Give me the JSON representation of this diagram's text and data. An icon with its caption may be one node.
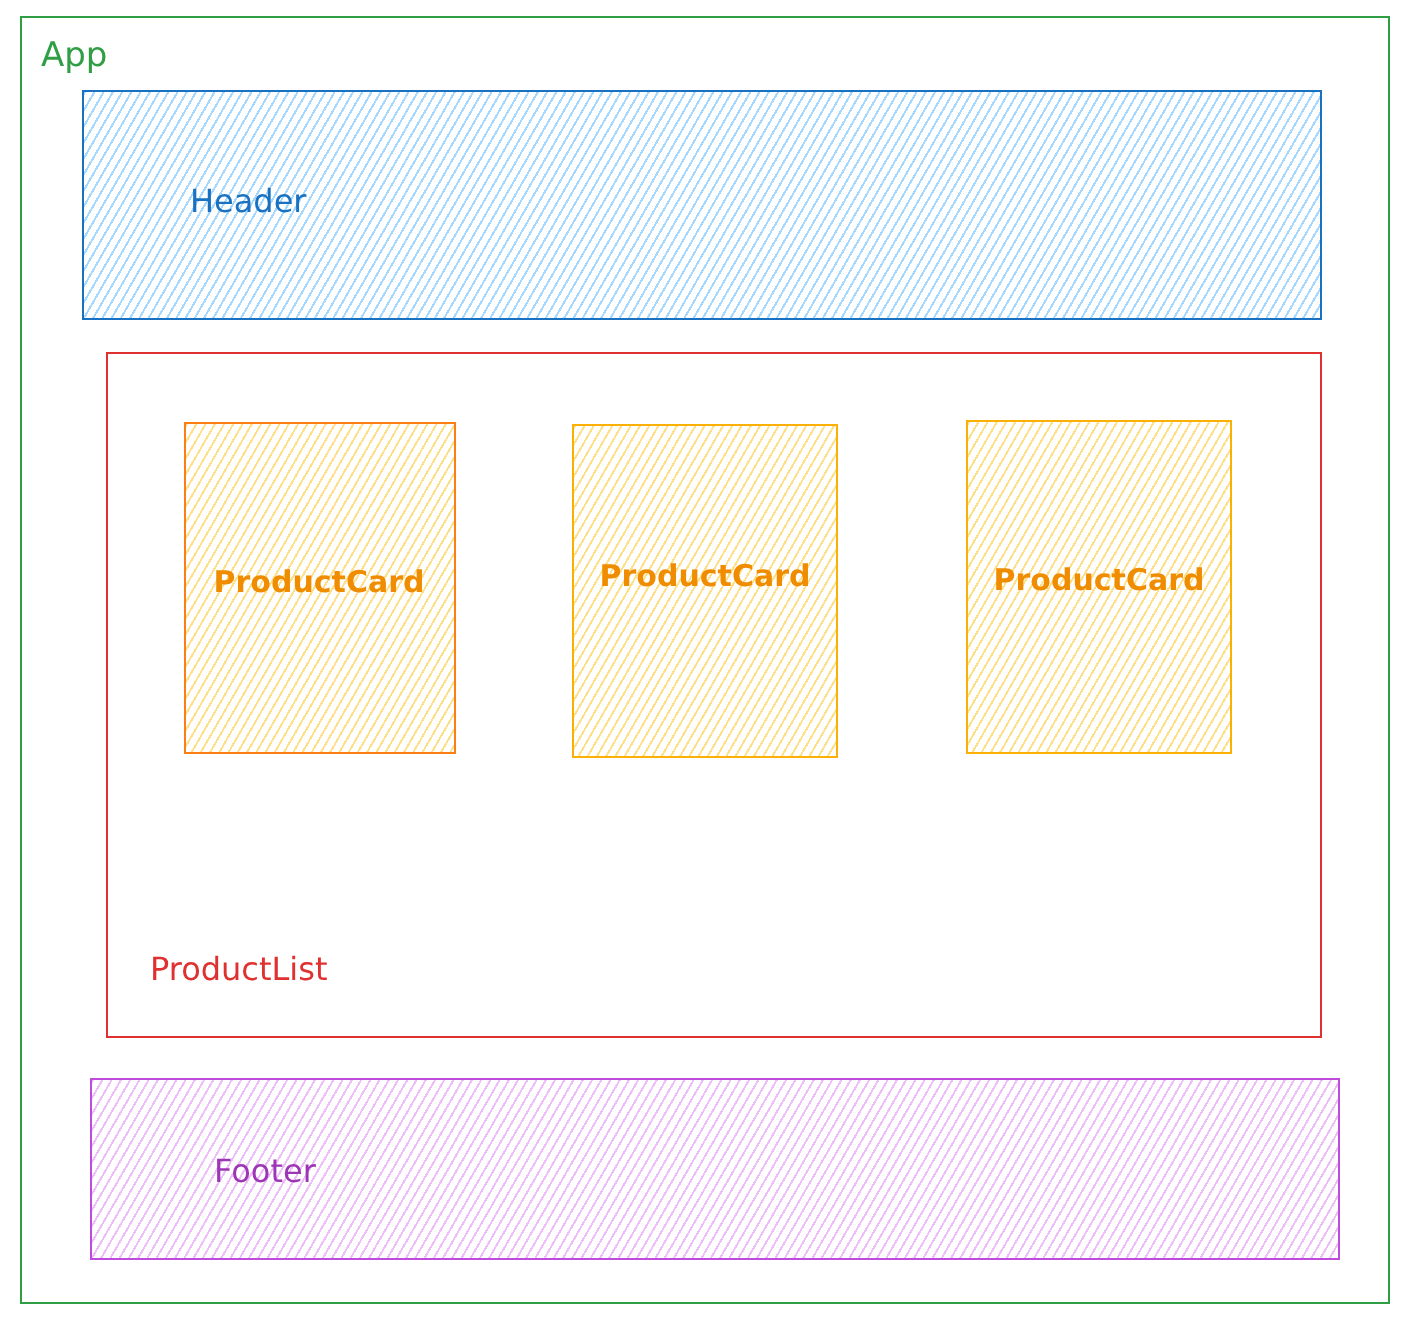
{
  "diagram": {
    "nodes": [
      {
        "text": [
          "App"
        ]
      },
      {
        "text": [
          "Header"
        ],
        "in": 0
      },
      {
        "text": [
          "ProductList"
        ],
        "in": 0
      },
      {
        "text": [
          "ProductCard"
        ],
        "in": 2
      },
      {
        "text": [
          "ProductCard"
        ],
        "in": 2
      },
      {
        "text": [
          "ProductCard"
        ],
        "in": 2
      },
      {
        "text": [
          "Footer"
        ],
        "in": 0
      }
    ]
  }
}
